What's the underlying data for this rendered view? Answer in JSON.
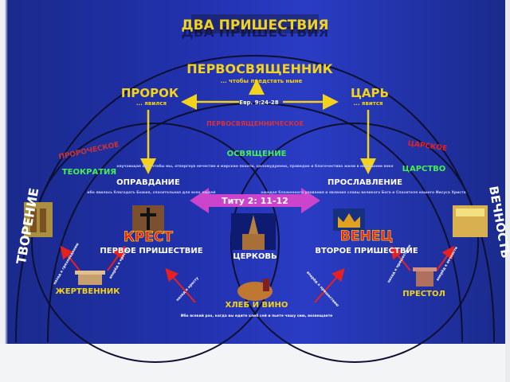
{
  "title": "ДВА ПРИШЕСТВИЯ",
  "title_shadow": "ДВА ПРИШЕСТВИЯ",
  "top": {
    "high_priest": "ПЕРВОСВЯЩЕННИК",
    "high_priest_sub": "... чтобы предстать ныне",
    "prophet": "ПРОРОК",
    "prophet_sub": "... явился",
    "king": "ЦАРЬ",
    "king_sub": "... явится",
    "ref_hebrews": "Евр. 9:24-28"
  },
  "arcs": {
    "prophetic": "ПРОРОЧЕСКОЕ",
    "priestly": "ПЕРВОСВЯЩЕННИЧЕСКОЕ",
    "royal": "ЦАРСКОЕ"
  },
  "left": {
    "creation": "ТВОРЕНИЕ",
    "theocracy": "ТЕОКРАТИЯ",
    "justification": "ОПРАВДАНИЕ",
    "justification_text": "ибо явилась благодать Божия, спасительная для всех людей",
    "cross": "КРЕСТ",
    "first_coming": "ПЕРВОЕ  ПРИШЕСТВИЕ",
    "altar": "ЖЕРТВЕННИК",
    "arrow_a": "назад к грехопадению",
    "arrow_b": "вперёд к кресту"
  },
  "center": {
    "sanctification": "ОСВЯЩЕНИЕ",
    "sanctification_text": "научающая нас, чтобы мы, отвергнув нечестие и мирские похоти, целомудренно, праведно и благочестиво жили в нынешнем веке",
    "titus": "Титу 2: 11-12",
    "church": "ЦЕРКОВЬ",
    "bread_wine": "ХЛЕБ И ВИНО",
    "bread_wine_text": "Ибо всякий раз, когда вы едите хлеб сей и пьете чашу сию, возвещаете",
    "arrow_c": "назад к кресту",
    "arrow_d": "вперёд к пришествию"
  },
  "right": {
    "glorification": "ПРОСЛАВЛЕНИЕ",
    "glorification_text": "ожидая блаженного упования и явления славы великого Бога и Спасителя нашего Иисуса Христа",
    "crown": "ВЕНЕЦ",
    "second_coming": "ВТОРОЕ  ПРИШЕСТВИЕ",
    "kingdom": "ЦАРСТВО",
    "throne": "ПРЕСТОЛ",
    "eternity": "ВЕЧНОСТЬ",
    "arrow_e": "назад к пришествию",
    "arrow_f": "вперёд к вечности"
  },
  "colors": {
    "background": "#2232b0",
    "yellow": "#f2d21a",
    "green": "#44ee55",
    "magenta": "#cc44cc",
    "red": "#e82020",
    "white": "#ffffff"
  }
}
